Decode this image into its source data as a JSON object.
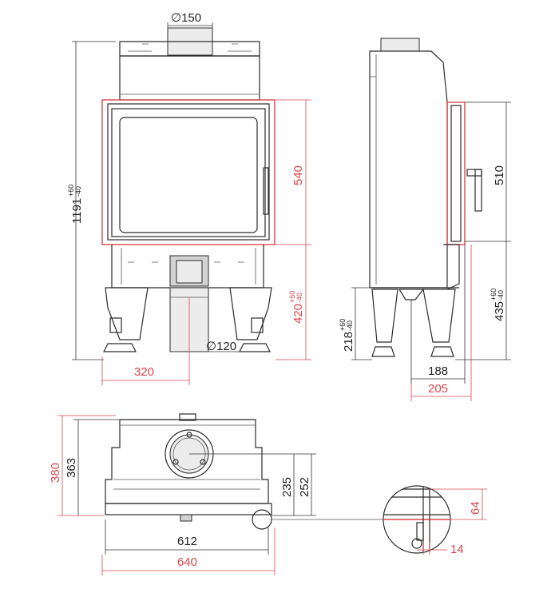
{
  "dimensions": {
    "front": {
      "flue_diameter": "∅150",
      "total_height": "1191",
      "total_height_tol_plus": "+60",
      "total_height_tol_minus": "-40",
      "door_height": "540",
      "bottom_height": "420",
      "bottom_height_tol_plus": "+60",
      "bottom_height_tol_minus": "-40",
      "air_inlet_diameter": "∅120",
      "inlet_offset": "320"
    },
    "side": {
      "door_height": "510",
      "bottom_height": "435",
      "bottom_height_tol_plus": "+60",
      "bottom_height_tol_minus": "-40",
      "leg_height": "218",
      "leg_height_tol_plus": "+60",
      "leg_height_tol_minus": "-40",
      "depth_inner": "188",
      "depth_outer": "205"
    },
    "top": {
      "depth_outer": "380",
      "depth_inner": "363",
      "flue_offset_1": "235",
      "flue_offset_2": "252",
      "width_inner": "612",
      "width_outer": "640"
    },
    "detail": {
      "height": "64",
      "width": "14"
    }
  },
  "colors": {
    "red_dimension": "#d9474b",
    "line": "#2b2b2b",
    "fill_gray": "#d3d3d3"
  }
}
